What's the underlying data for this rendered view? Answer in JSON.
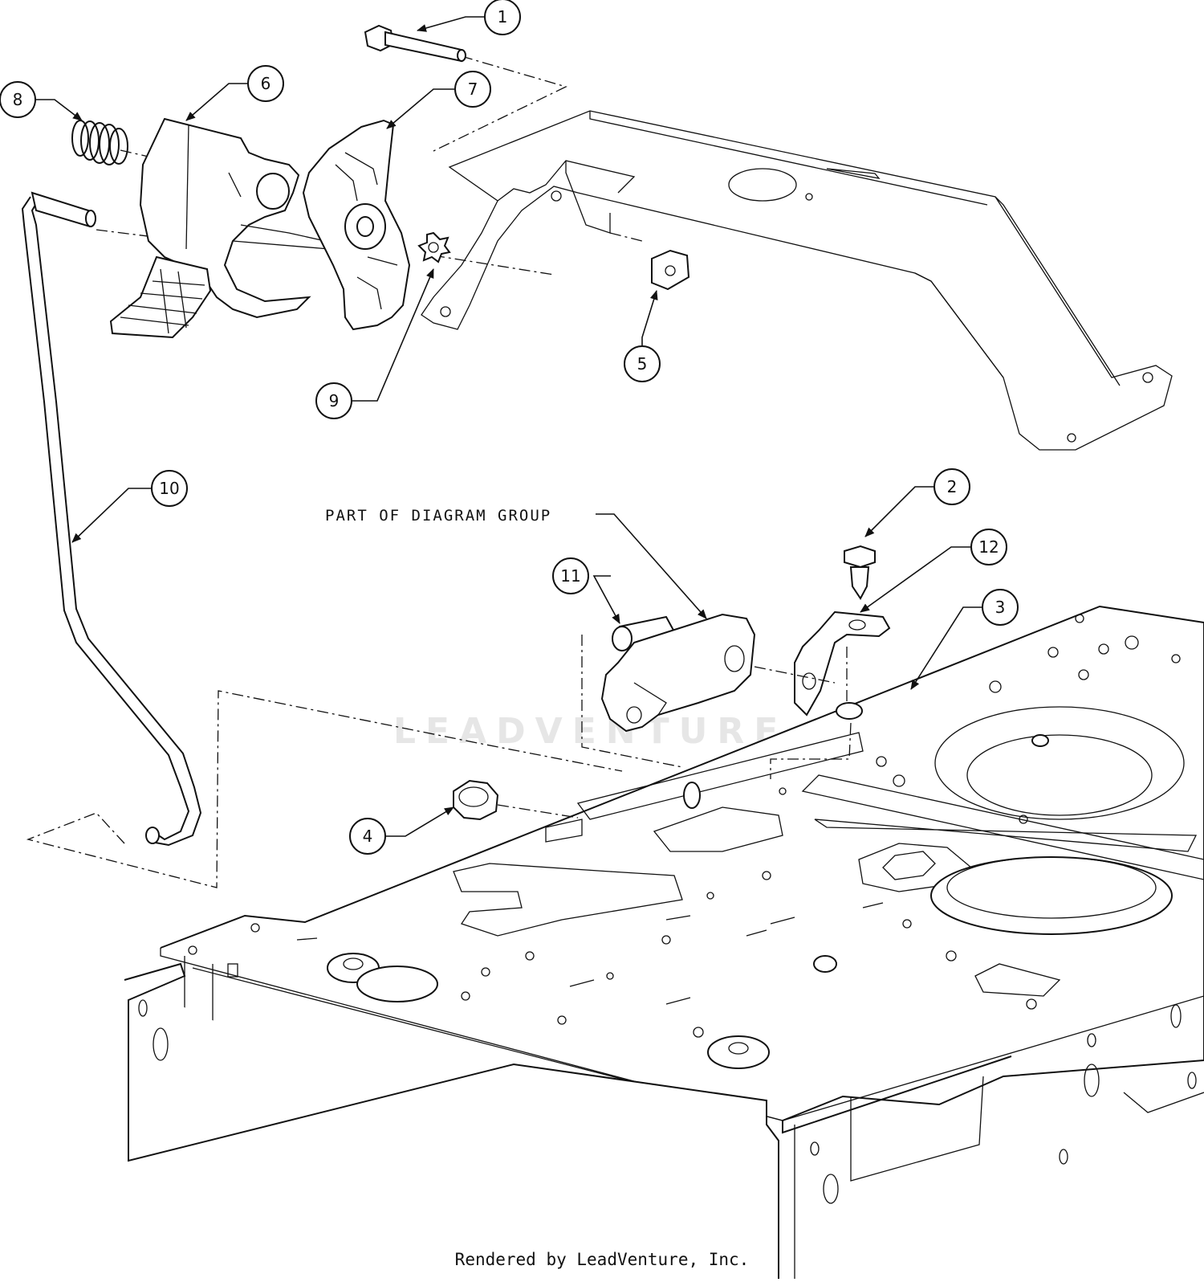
{
  "diagram": {
    "group_note": "PART OF DIAGRAM GROUP",
    "watermark": "LEADVENTURE",
    "footer": "Rendered by LeadVenture, Inc.",
    "callouts": [
      {
        "id": "1",
        "label": "1"
      },
      {
        "id": "2",
        "label": "2"
      },
      {
        "id": "3",
        "label": "3"
      },
      {
        "id": "4",
        "label": "4"
      },
      {
        "id": "5",
        "label": "5"
      },
      {
        "id": "6",
        "label": "6"
      },
      {
        "id": "7",
        "label": "7"
      },
      {
        "id": "8",
        "label": "8"
      },
      {
        "id": "9",
        "label": "9"
      },
      {
        "id": "10",
        "label": "10"
      },
      {
        "id": "11",
        "label": "11"
      },
      {
        "id": "12",
        "label": "12"
      }
    ]
  }
}
